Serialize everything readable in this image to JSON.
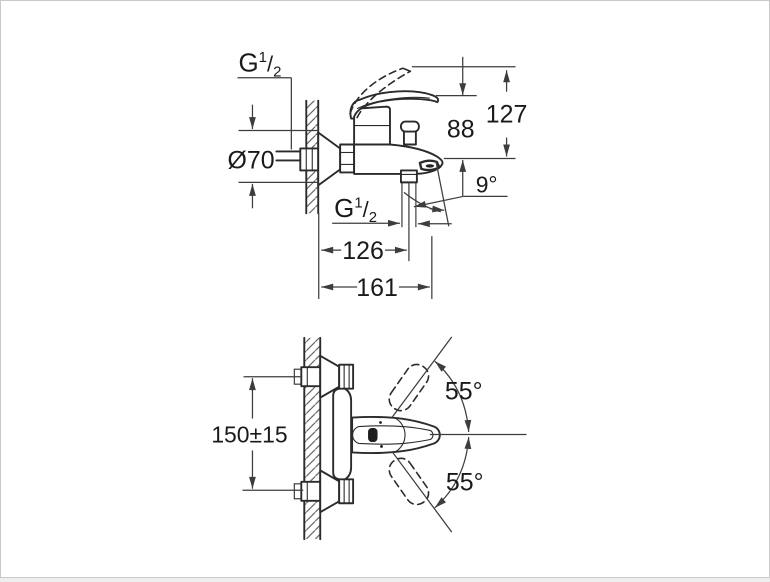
{
  "drawing_type": "faucet-installation-dimension-drawing",
  "colors": {
    "line": "#2b2b2b",
    "dim": "#3d3d3d",
    "text": "#1a1a1a",
    "background": "#ffffff",
    "border": "#c9c9c9"
  },
  "thread": {
    "g": "G",
    "sup": "1",
    "slash": "/",
    "sub": "2"
  },
  "side_view": {
    "escutcheon_diameter": "Ø70",
    "height_to_open_lever": "127",
    "height_to_handle": "88",
    "spout_outlet_angle": "9°",
    "wall_to_outlet_center": "126",
    "wall_to_spout_tip": "161"
  },
  "top_view": {
    "supply_center_distance": "150±15",
    "handle_swivel_up": "55°",
    "handle_swivel_down": "55°"
  }
}
